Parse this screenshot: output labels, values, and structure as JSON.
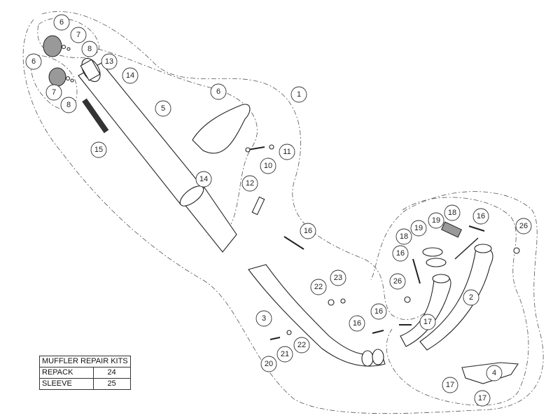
{
  "diagram": {
    "callouts": [
      "6",
      "7",
      "8",
      "6",
      "13",
      "14",
      "7",
      "8",
      "5",
      "6",
      "1",
      "15",
      "11",
      "10",
      "14",
      "12",
      "16",
      "18",
      "19",
      "16",
      "26",
      "19",
      "18",
      "16",
      "26",
      "23",
      "22",
      "2",
      "3",
      "16",
      "16",
      "17",
      "22",
      "21",
      "20",
      "4",
      "17",
      "17"
    ]
  },
  "repair_kits": {
    "title": "MUFFLER REPAIR KITS",
    "rows": [
      {
        "name": "REPACK",
        "part": "24"
      },
      {
        "name": "SLEEVE",
        "part": "25"
      }
    ]
  }
}
